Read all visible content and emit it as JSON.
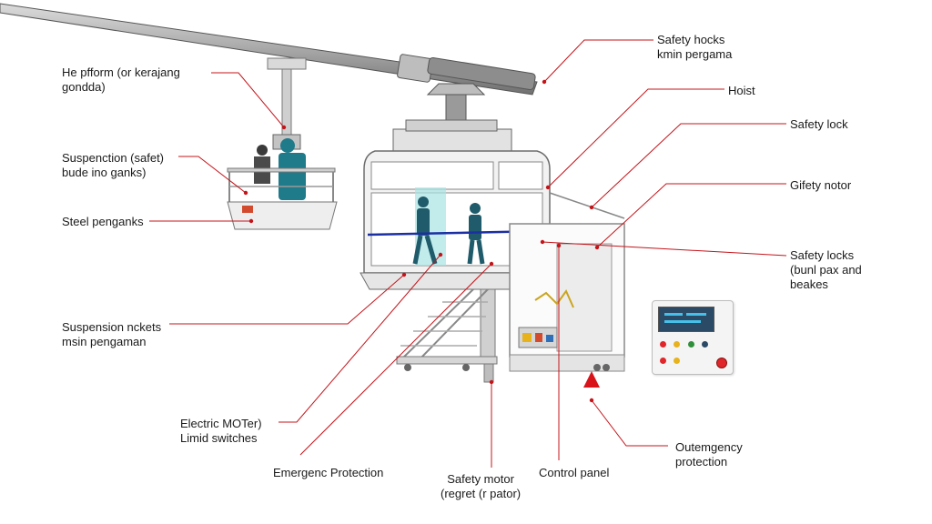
{
  "labels": {
    "platform": [
      "He pfform (or kerajang",
      "gondda)"
    ],
    "suspension_top": [
      "Suspenction (safet)",
      "bude ino ganks)"
    ],
    "steel": [
      "Steel penganks"
    ],
    "suspension_locks": [
      "Suspension nckets",
      "msin pengaman"
    ],
    "electric": [
      "Electric MOTer)",
      "Limid switches"
    ],
    "emergenc": [
      "Emergenc Protection"
    ],
    "safety_motor_bottom": [
      "Safety motor",
      "(regret (r pator)"
    ],
    "control_panel": [
      "Control panel"
    ],
    "outemgency": [
      "Outemgency",
      "protection"
    ],
    "safety_hocks": [
      "Safety hocks",
      "kmin pergama"
    ],
    "hoist": [
      "Hoist"
    ],
    "safety_lock": [
      "Safety lock"
    ],
    "gifety_motor": [
      "Gifety notor"
    ],
    "safety_locks_right": [
      "Safety locks",
      "(bunl pax and",
      "beakes"
    ]
  },
  "colors": {
    "leader": "#c4141a",
    "frame": "#7a7a7a",
    "cabin_fill": "#f2f2f2",
    "worker": "#1f7a8a",
    "rail": "#1c2fa3",
    "background": "#ffffff"
  },
  "icons": {
    "alert_marker": "red-triangle-marker"
  }
}
